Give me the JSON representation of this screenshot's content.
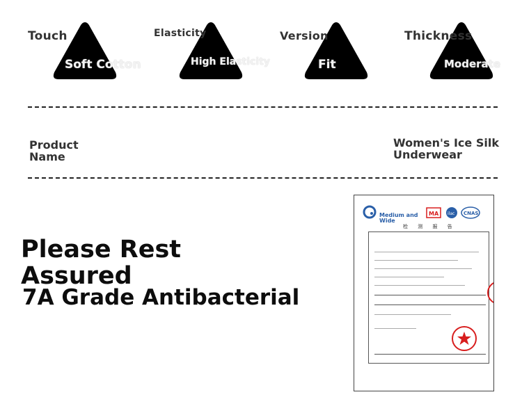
{
  "attributes": [
    {
      "label": "Touch",
      "value": "Soft Cotton"
    },
    {
      "label": "Elasticity",
      "value": "High Elasticity"
    },
    {
      "label": "Version",
      "value": "Fit"
    },
    {
      "label": "Thickness",
      "value": "Moderate"
    }
  ],
  "product": {
    "name_label": "Product Name",
    "name_value": "Women's Ice Silk Underwear"
  },
  "promo": {
    "line1": "Please Rest Assured",
    "line2": "7A Grade Antibacterial"
  },
  "report": {
    "brand": "Medium and Wide",
    "title": "检 测 报 告",
    "marks": [
      "MA",
      "ilac",
      "CNAS"
    ]
  },
  "colors": {
    "triangle": "#000000",
    "brand_blue": "#2a5fa8",
    "seal_red": "#d81e1e"
  }
}
